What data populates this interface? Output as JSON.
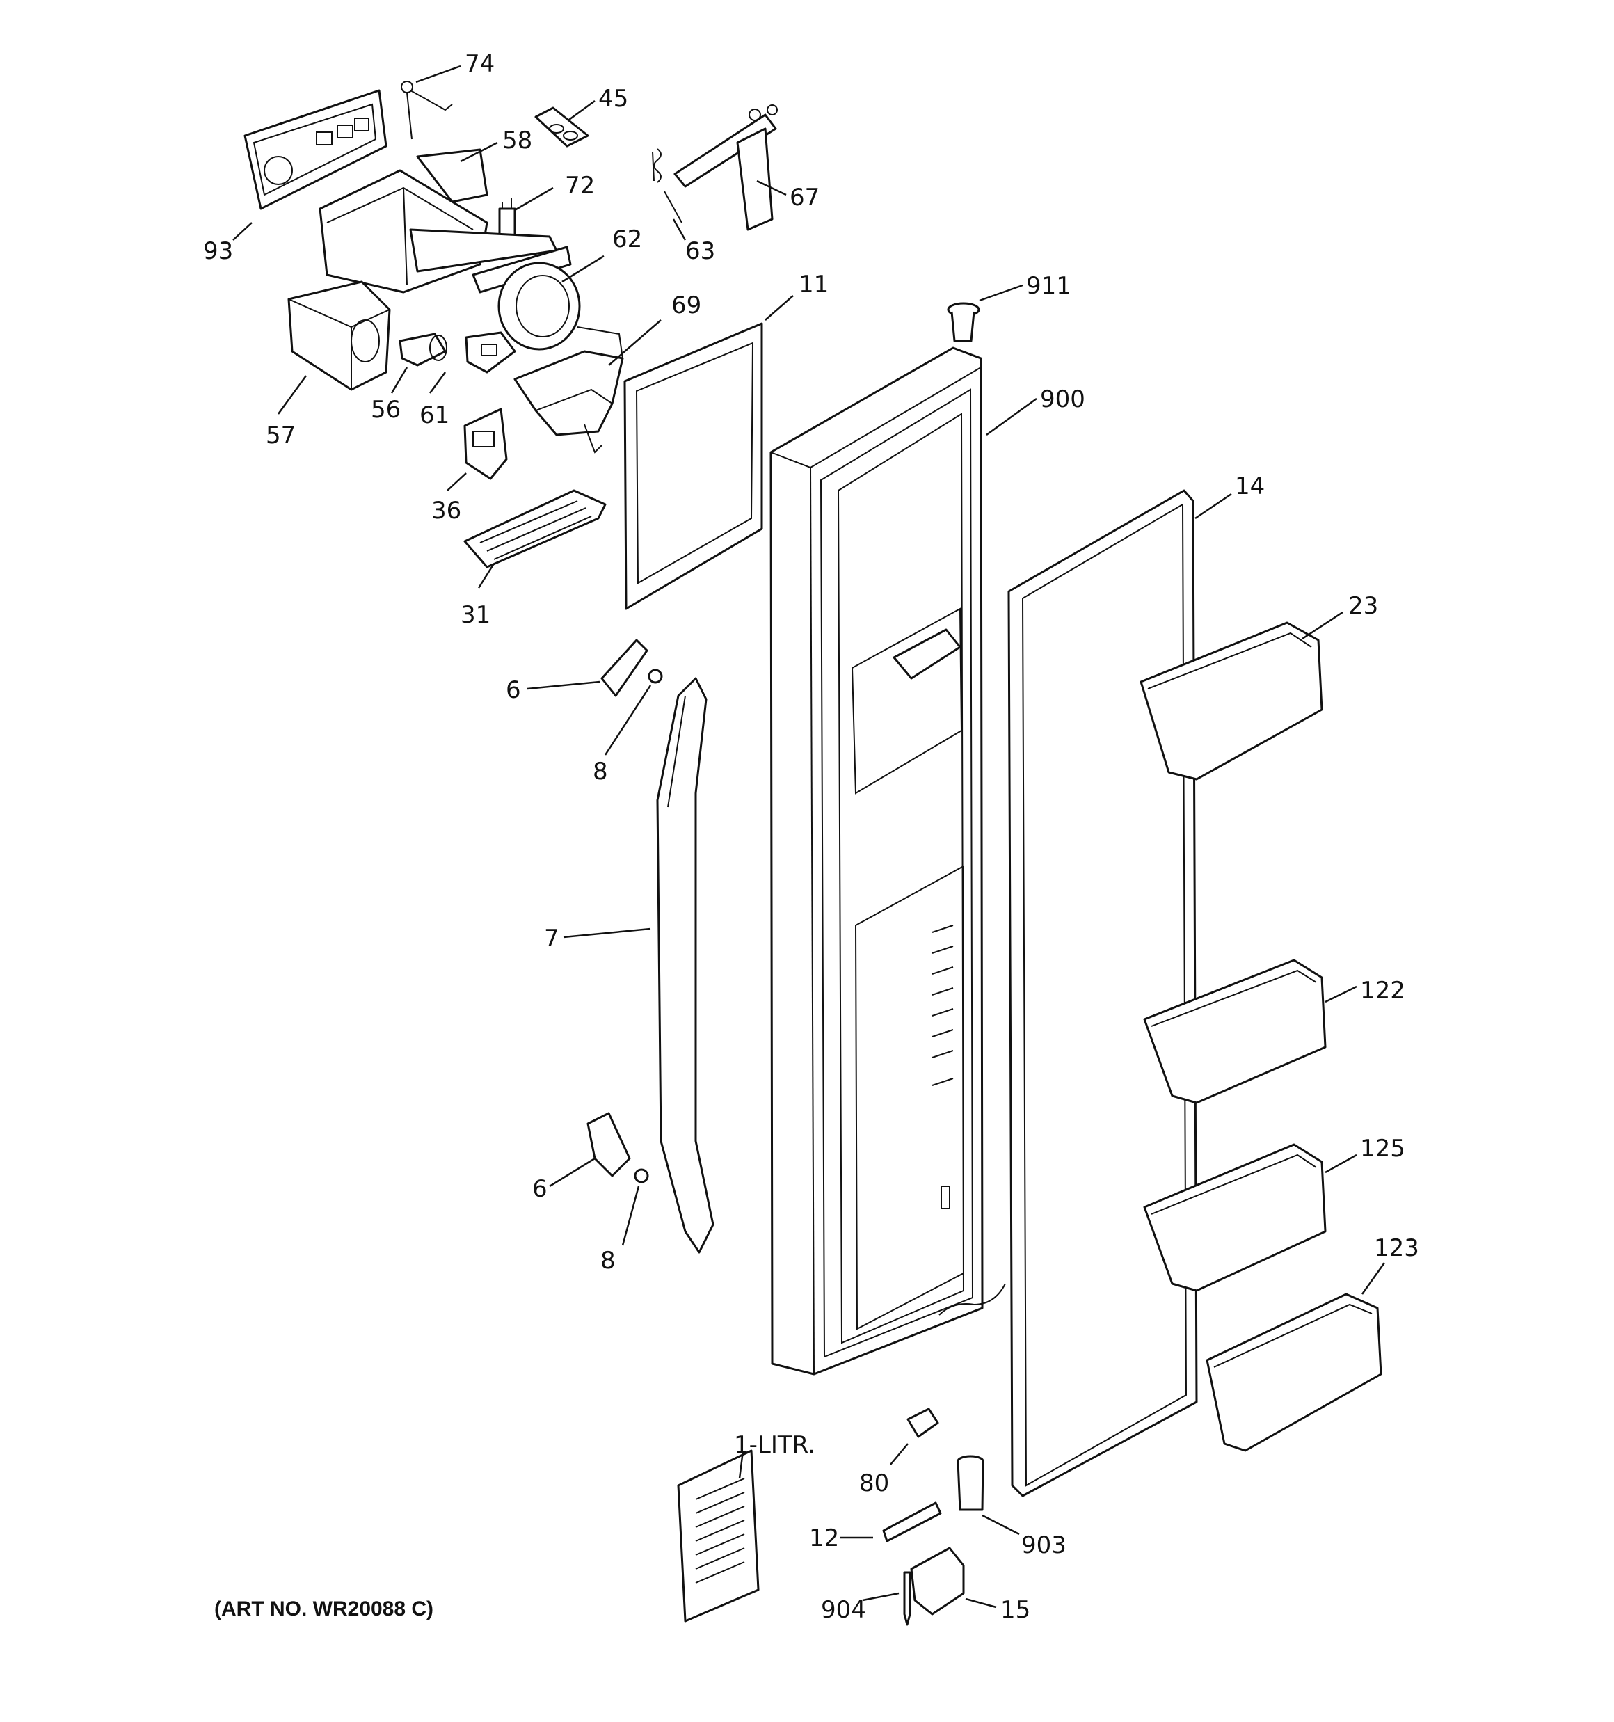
{
  "diagram": {
    "art_number": "(ART NO. WR20088 C)",
    "labels": {
      "p74": "74",
      "p45": "45",
      "p58": "58",
      "p72": "72",
      "p67": "67",
      "p63": "63",
      "p93": "93",
      "p62": "62",
      "p69": "69",
      "p11": "11",
      "p911": "911",
      "p57": "57",
      "p56": "56",
      "p61": "61",
      "p900": "900",
      "p36": "36",
      "p14": "14",
      "p31": "31",
      "p23": "23",
      "p6a": "6",
      "p8a": "8",
      "p7": "7",
      "p122": "122",
      "p125": "125",
      "p6b": "6",
      "p8b": "8",
      "p123": "123",
      "p1litr": "1-LITR.",
      "p80": "80",
      "p12": "12",
      "p903": "903",
      "p904": "904",
      "p15": "15"
    }
  }
}
